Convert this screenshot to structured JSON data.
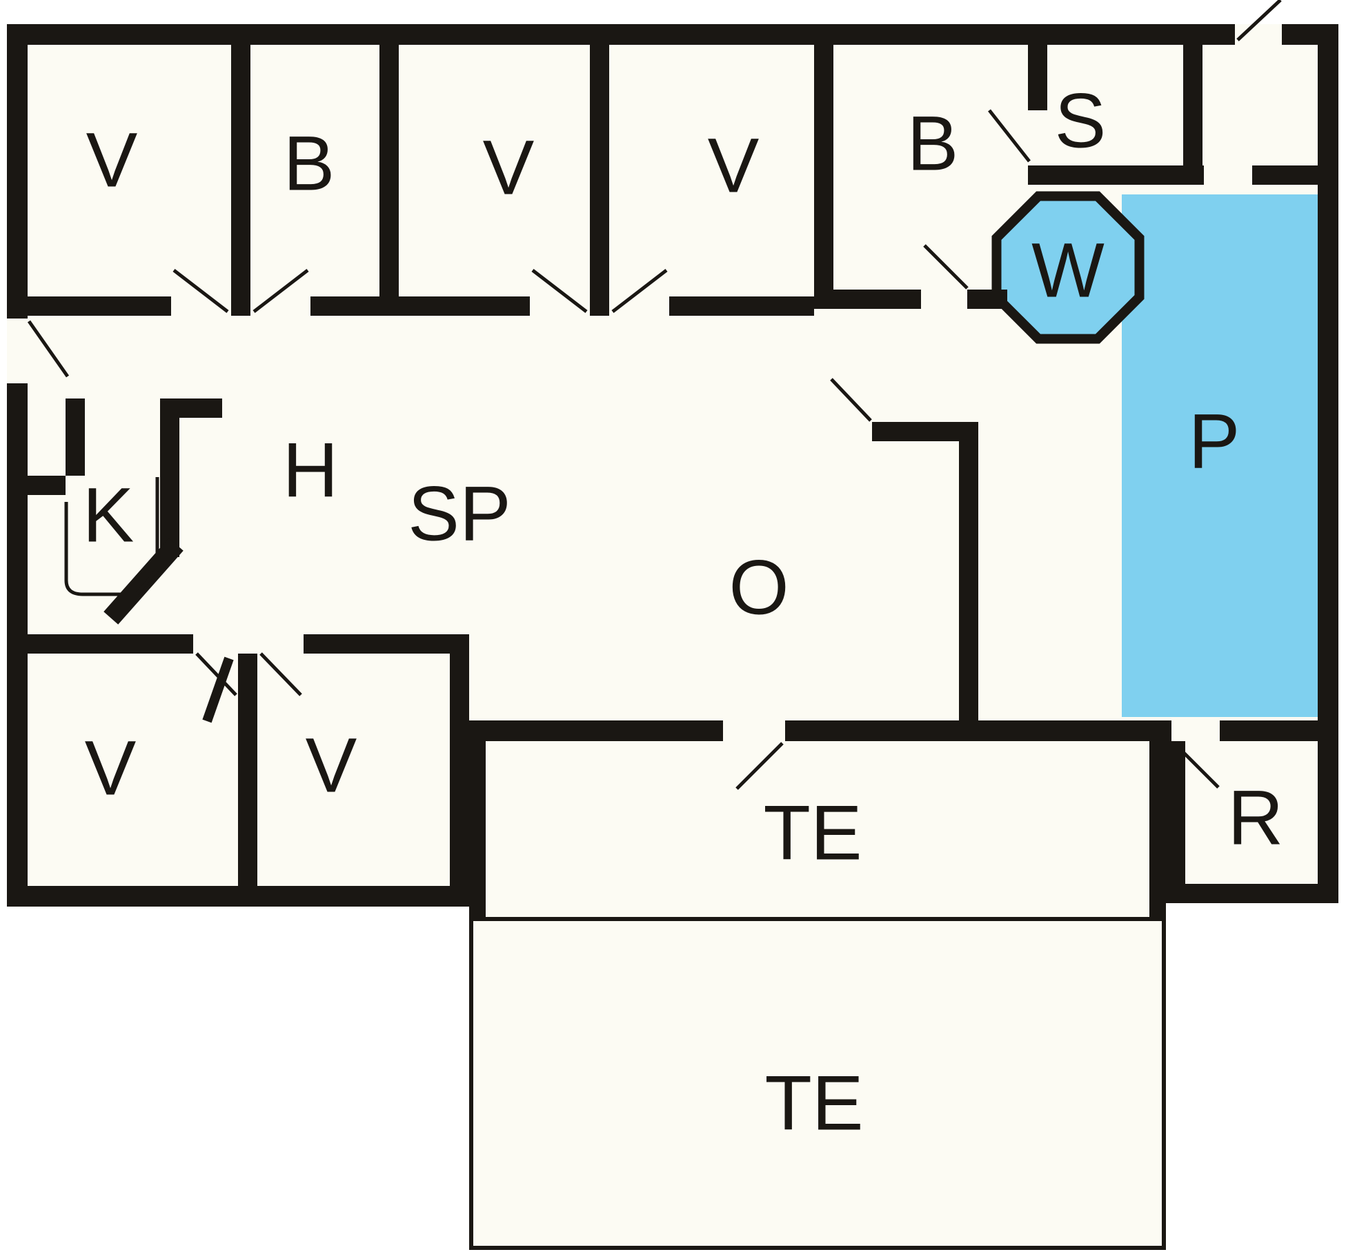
{
  "colors": {
    "wall": "#1a1713",
    "floor": "#fcfbf3",
    "water": "#7fd0ef",
    "canvas": "#ffffff"
  },
  "rooms": [
    {
      "id": "room-v-1",
      "label": "V"
    },
    {
      "id": "room-b-1",
      "label": "B"
    },
    {
      "id": "room-v-2",
      "label": "V"
    },
    {
      "id": "room-v-3",
      "label": "V"
    },
    {
      "id": "room-b-2",
      "label": "B"
    },
    {
      "id": "room-s",
      "label": "S"
    },
    {
      "id": "room-w",
      "label": "W"
    },
    {
      "id": "room-p",
      "label": "P"
    },
    {
      "id": "room-h",
      "label": "H"
    },
    {
      "id": "room-k",
      "label": "K"
    },
    {
      "id": "room-sp",
      "label": "SP"
    },
    {
      "id": "room-o",
      "label": "O"
    },
    {
      "id": "room-v-4",
      "label": "V"
    },
    {
      "id": "room-v-5",
      "label": "V"
    },
    {
      "id": "room-te-1",
      "label": "TE"
    },
    {
      "id": "room-r",
      "label": "R"
    },
    {
      "id": "room-te-2",
      "label": "TE"
    }
  ]
}
